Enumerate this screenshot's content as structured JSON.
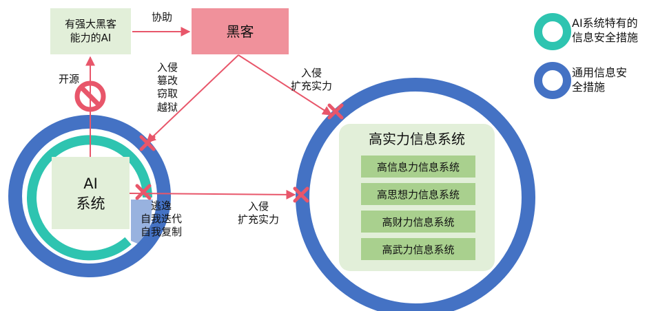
{
  "nodes": {
    "strong_hacker_ai": "有强大黑客\n能力的AI",
    "hacker": "黑客",
    "ai_system": "AI\n系统",
    "high_power_system": "高实力信息系统",
    "subsystems": [
      "高信息力信息系统",
      "高思想力信息系统",
      "高财力信息系统",
      "高武力信息系统"
    ]
  },
  "edge_labels": {
    "assist": "协助",
    "open_source": "开源",
    "hacker_attack_ai": "入侵\n篡改\n窃取\n越狱",
    "hacker_invade": "入侵\n扩充实力",
    "ai_invade": "入侵\n扩充实力",
    "escape": "逃逸\n自我迭代\n自我复制"
  },
  "legend": {
    "ai_specific": "AI系统特有的\n信息安全措施",
    "general": "通用信息安\n全措施"
  },
  "colors": {
    "teal": "#2ec4b0",
    "blue": "#4472c4",
    "pink": "#f0919b",
    "light_green": "#e2efd9",
    "green": "#a9d08e",
    "arrow": "#e8566a"
  }
}
